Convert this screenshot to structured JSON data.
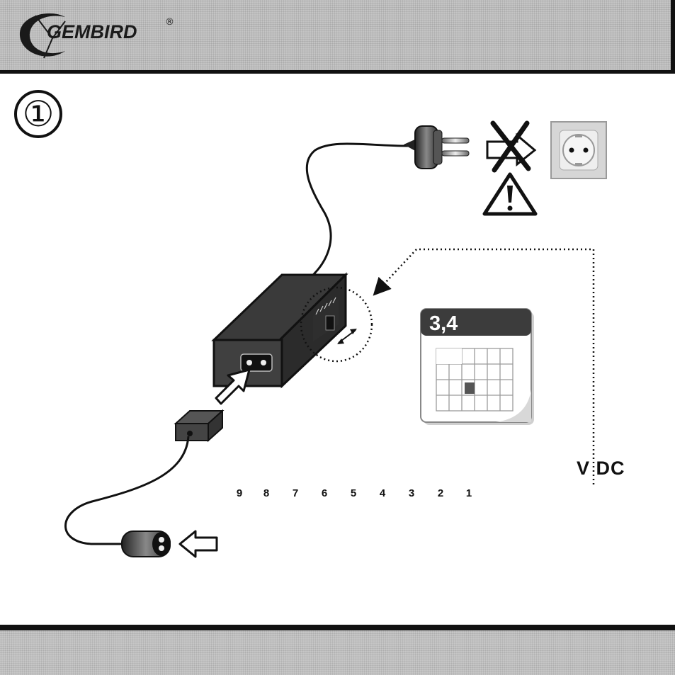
{
  "header": {
    "brand": "GEMBIRD",
    "registered_mark": "®"
  },
  "step_number": "①",
  "calendar": {
    "label": "3,4"
  },
  "connectors": [
    {
      "number": "9",
      "tip_color": "#cfcfcf"
    },
    {
      "number": "8",
      "tip_color": "#e8e8e8"
    },
    {
      "number": "7",
      "tip_color": "#3fb54a"
    },
    {
      "number": "6",
      "tip_color": "#e0dbd5"
    },
    {
      "number": "5",
      "tip_color": "#2d6fd1"
    },
    {
      "number": "4",
      "tip_color": "#f5e12a"
    },
    {
      "number": "3",
      "tip_color": "#f5e12a"
    },
    {
      "number": "2",
      "tip_color": "#f5e12a"
    },
    {
      "number": "1",
      "tip_color": "#d94343"
    }
  ],
  "laptop": {
    "voltage_label": "V DC"
  },
  "icons": [
    "gembird-logo-icon",
    "mains-plug-icon",
    "cross-icon",
    "warning-icon",
    "wall-socket-icon",
    "adapter-box-icon",
    "voltage-switch-icon",
    "dc-connector-icon",
    "laptop-icon"
  ]
}
